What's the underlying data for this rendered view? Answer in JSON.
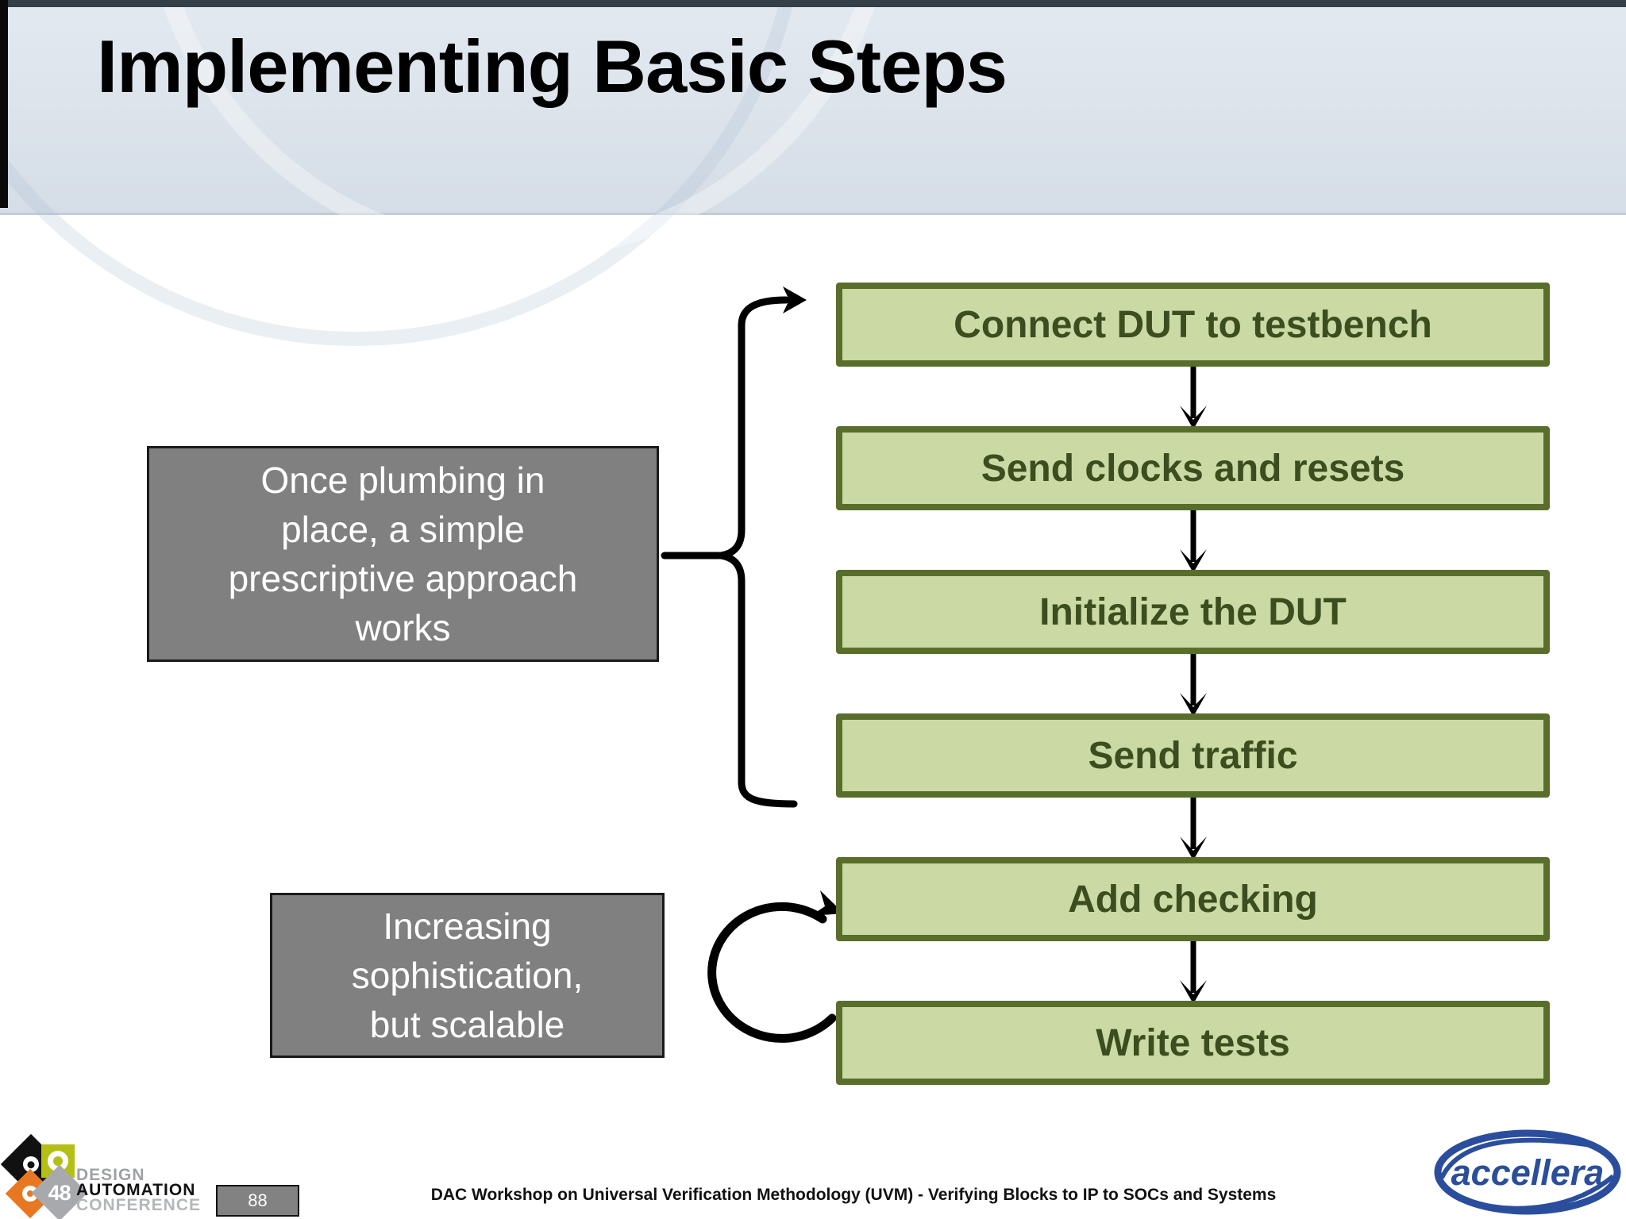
{
  "slide": {
    "title": "Implementing Basic Steps"
  },
  "flow": {
    "steps": [
      {
        "label": "Connect DUT to testbench"
      },
      {
        "label": "Send clocks and resets"
      },
      {
        "label": "Initialize the DUT"
      },
      {
        "label": "Send traffic"
      },
      {
        "label": "Add checking"
      },
      {
        "label": "Write tests"
      }
    ]
  },
  "callouts": {
    "plumbing": {
      "lines": [
        "Once plumbing in",
        "place, a simple",
        "prescriptive approach",
        "works"
      ]
    },
    "scalable": {
      "lines": [
        "Increasing",
        "sophistication,",
        "but scalable"
      ]
    }
  },
  "footer": {
    "page_number": "88",
    "workshop_title": "DAC Workshop on Universal Verification Methodology (UVM) - Verifying Blocks to IP to SOCs and Systems",
    "dac_logo": {
      "number": "48",
      "line1": "DESIGN",
      "line2": "AUTOMATION",
      "line3": "CONFERENCE"
    },
    "accellera_label": "accellera"
  },
  "colors": {
    "green-fill": "#cbd9a4",
    "green-border": "#5a6e2c",
    "green-text": "#3c4e1f",
    "callout-fill": "#808080",
    "callout-text": "#ffffff",
    "arrow-black": "#000000",
    "accellera-blue": "#2a4e9d",
    "dac-green": "#b3bf15",
    "dac-orange": "#e87722",
    "dac-gray": "#a7a9ac",
    "header-band": "#dce3eb"
  }
}
